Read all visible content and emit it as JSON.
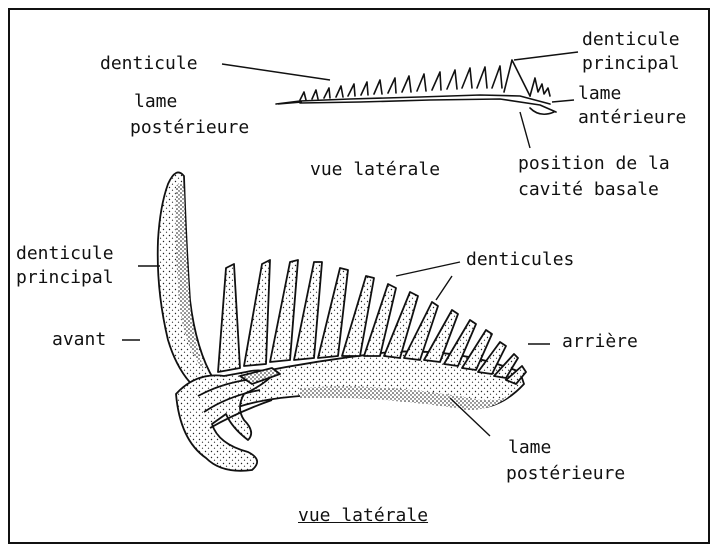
{
  "top_view": {
    "denticule": "denticule",
    "denticule_principal_1": "denticule",
    "denticule_principal_2": "principal",
    "lame_anterieure_1": "lame",
    "lame_anterieure_2": "antérieure",
    "lame_posterieure_1": "lame",
    "lame_posterieure_2": "postérieure",
    "vue_laterale": "vue latérale",
    "cavite_1": "position de la",
    "cavite_2": "cavité basale"
  },
  "bottom_view": {
    "denticule_principal_1": "denticule",
    "denticule_principal_2": "principal",
    "denticules": "denticules",
    "avant": "avant",
    "arriere": "arrière",
    "lame_posterieure_1": "lame",
    "lame_posterieure_2": "postérieure",
    "caption": "vue latérale"
  },
  "colors": {
    "ink": "#111111",
    "background": "#ffffff"
  }
}
